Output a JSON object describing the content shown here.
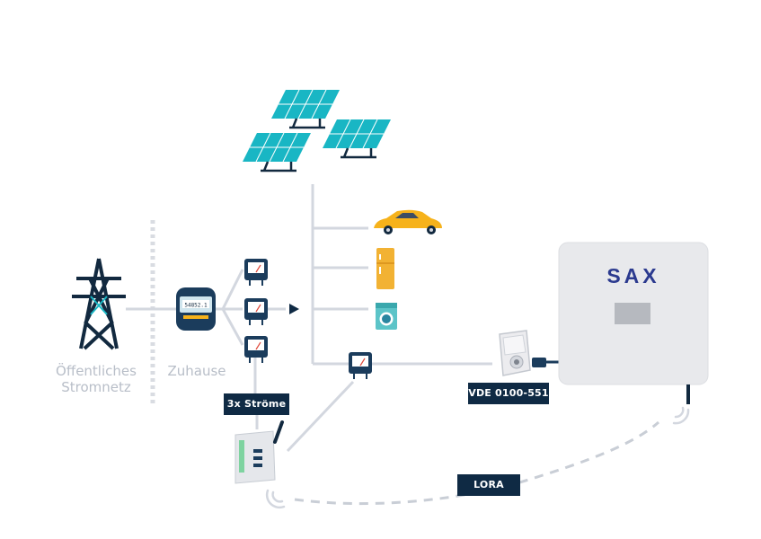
{
  "labels": {
    "grid_line1": "Öffentliches",
    "grid_line2": "Stromnetz",
    "home": "Zuhause",
    "currents": "3x Ströme",
    "vde": "VDE 0100-551",
    "lora": "LORA"
  },
  "inverter": {
    "brand": "SAX"
  },
  "meter": {
    "reading": "54852.1"
  },
  "colors": {
    "line": "#d3d7df",
    "navy": "#0f2a44",
    "solar": "#19b6c4",
    "car": "#f6b21b",
    "fridge": "#f2b233",
    "washer": "#5cc4c8",
    "inverter_body": "#e8e9ec",
    "brand": "#2b3a8f"
  },
  "icons": [
    "power-tower-icon",
    "electric-meter-icon",
    "current-sensor-icon",
    "solar-panel-icon",
    "car-icon",
    "fridge-icon",
    "washing-machine-icon",
    "wall-socket-icon",
    "gateway-device-icon",
    "wireless-signal-icon",
    "arrow-right-icon"
  ]
}
